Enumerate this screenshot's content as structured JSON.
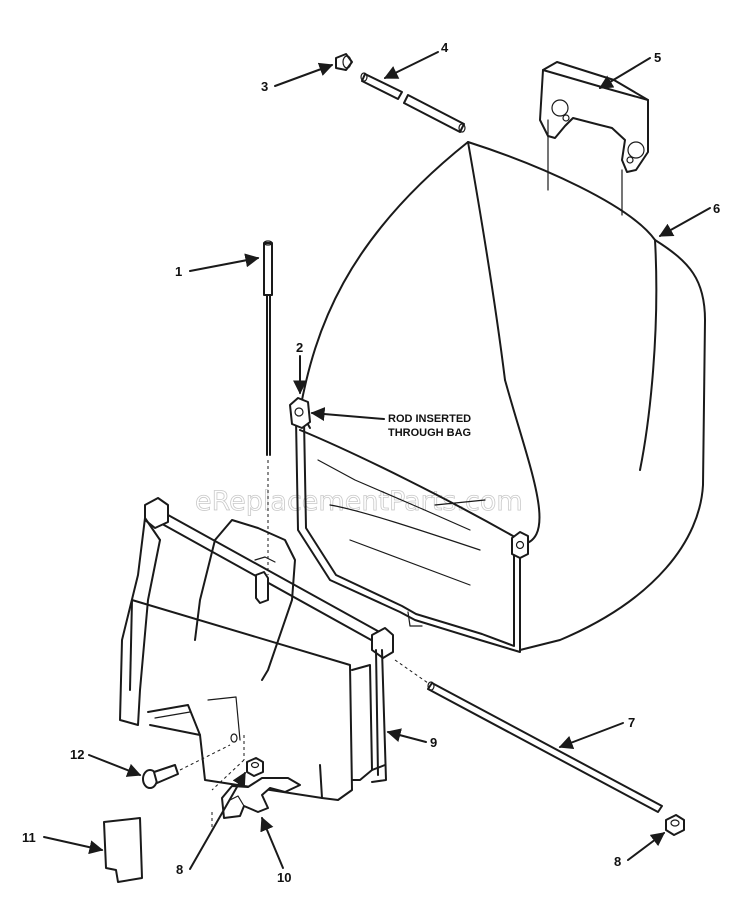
{
  "callouts": {
    "p1": "1",
    "p2": "2",
    "p3": "3",
    "p4": "4",
    "p5": "5",
    "p6": "6",
    "p7": "7",
    "p8a": "8",
    "p8b": "8",
    "p9": "9",
    "p10": "10",
    "p11": "11",
    "p12": "12"
  },
  "note": {
    "line1": "ROD INSERTED",
    "line2": "THROUGH BAG"
  },
  "watermark": "eReplacementParts.com"
}
